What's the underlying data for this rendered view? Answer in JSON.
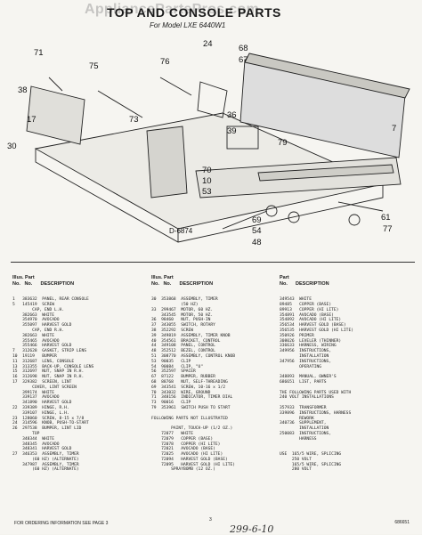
{
  "watermark": "AppliancePartsPros.com",
  "title": "TOP AND CONSOLE PARTS",
  "subtitle": "For Model LXE 6440W1",
  "diagram": {
    "code": "D-6874",
    "callouts": [
      "71",
      "38",
      "75",
      "76",
      "24",
      "68",
      "67",
      "7",
      "17",
      "30",
      "36",
      "39",
      "79",
      "73",
      "70",
      "10",
      "53",
      "69",
      "54",
      "48",
      "61",
      "77"
    ]
  },
  "columns": [
    {
      "header": "Illus. Part\nNo.   No.      DESCRIPTION",
      "rows": "1   383632  PANEL, REAR CONSOLE\n5   145419  SCREW\n        CAP, END L.H.\n    382663  WHITE\n    354970  AVOCADO\n    355097  HARVEST GOLD\n        CAP, END R.H.\n    382663  WHITE\n    355465  AVOCADO\n    355466  HARVEST GOLD\n7   312628  GASKET, STRIP LENS\n10  19119   BUMPER\n11  312687  LENS, CONSOLE\n13  313355  BACK-UP, CONSOLE LENS\n15  312697  NUT, SNAP IN R.H.\n16  312698  NUT, SNAP IN R.H.\n17  329382  SCREEN, LINT\n        COVER, LINT SCREEN\n    399174  WHITE\n    339137  AVOCADO\n    341890  HARVEST GOLD\n22  339389  HINGE, R.H.\n    339107  HINGE, L.H.\n23  128060  SCREW, 8-15 x 7/8\n24  314596  KNOB, PUSH-TO-START\n26  297538  BUMPER, LINT LID\n        TOP\n    348344  WHITE\n    348345  AVOCADO\n    348341  HARVEST GOLD\n27  346353  ASSEMBLY, TIMER\n        (60 HZ) (ALTERNATE)\n    347987  ASSEMBLY, TIMER\n        (60 HZ) (ALTERNATE)"
    },
    {
      "header": "Illus. Part\nNo.   No.      DESCRIPTION",
      "rows": "30  353868  ASSEMBLY, TIMER\n            (50 HZ)\n33  299467  MOTOR, 60 HZ.\n    343545  MOTOR, 50 HZ.\n36  98460   NUT, PUSH-IN\n37  343055  SWITCH, ROTARY\n38  352292  SCREW\n39  349819  ASSEMBLY, TIMER KNOB\n40  354561  BRACKET, CONTROL\n44  349108  PANEL, CONTROL\n48  352512  BEZEL, CONTROL\n51  308770  ASSEMBLY, CONTROL KNOB\n53  90035   CLIP\n54  90084   CLIP, \"U\"\n56  352597  SPACER\n67  87122   BUMPER, RUBBER\n68  88768   NUT, SELF-THREADING\n69  343541  SCREW, 10-16 x 1/2\n70  343032  WIRE, GROUND\n71  348156  INDICATOR, TIMER DIAL\n73  90016   CLIP\n79  353961  SWITCH PUSH TO START\n\nFOLLOWING PARTS NOT ILLUSTRATED\n\n        PAINT, TOUCH-UP (1/2 OZ.)\n    72077   WHITE\n    72079   COPPER (BASE)\n    72078   COPPER (HI LITE)\n    72021   AVOCADO (BASE)\n    72025   AVOCADO (HI LITE)\n    72094   HARVEST GOLD (BASE)\n    72095   HARVEST GOLD (HI LITE)\n        SPRAYBOMB (12 OZ.)"
    },
    {
      "header": "Part\nNo.      DESCRIPTION",
      "rows": "349543  WHITE\n89485   COPPER (BASE)\n89913   COPPER (HI LITE)\n354891  AVOCADO (BASE)\n354892  AVOCADO (HI LITE)\n356534  HARVEST GOLD (BASE)\n356535  HARVEST GOLD (HI LITE)\n350926  PRIMER\n308026  LEVELER (THINNER)\n336633  HARNESS, WIRING\n349956  INSTRUCTIONS,\n        INSTALLATION\n347956  INSTRUCTIONS,\n        OPERATING\n\n348893  MANUAL, OWNER'S\n686651  LIST, PARTS\n\nTHE FOLLOWING PARTS USED WITH\n240 VOLT INSTALLATIONS\n\n357933  TRANSFORMER\n339896  INSTRUCTIONS, HARNESS\n        REWORK\n340736  SUPPLEMENT,\n        INSTALLATION\n250083  INSTRUCTIONS,\n        HARNESS\n\n\nUSE  165/5 WIRE, SPLICING\n     250 VOLT\n     165/5 WIRE, SPLICING\n     280 VOLT"
    }
  ],
  "footer": {
    "note": "FOR ORDERING INFORMATION SEE PAGE 3",
    "page": "3",
    "doc_code": "686651",
    "handwritten": "299-6-10"
  }
}
